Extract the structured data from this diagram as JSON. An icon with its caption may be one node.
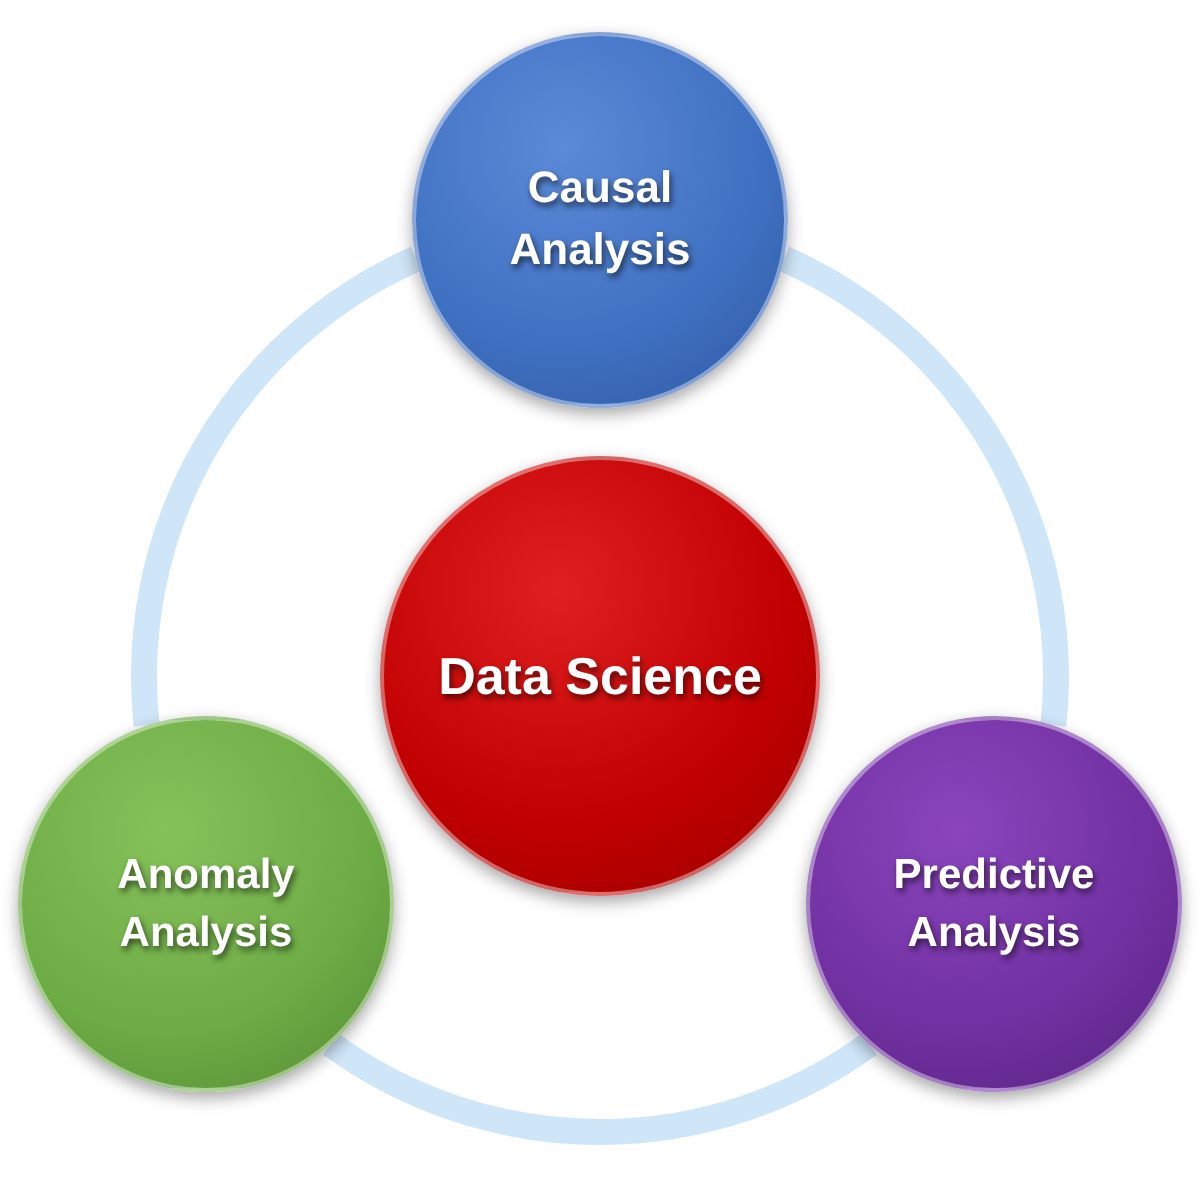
{
  "diagram": {
    "nodes": [
      {
        "text": [
          "Causal Analysis"
        ]
      },
      {
        "text": [
          "Data Science"
        ]
      },
      {
        "text": [
          "Anomaly Analysis"
        ]
      },
      {
        "text": [
          "Predictive Analysis"
        ]
      }
    ],
    "edges": [
      {
        "from": 0,
        "to": 3,
        "arrow": "none"
      },
      {
        "from": 3,
        "to": 2,
        "arrow": "none"
      },
      {
        "from": 2,
        "to": 0,
        "arrow": "none"
      }
    ]
  }
}
